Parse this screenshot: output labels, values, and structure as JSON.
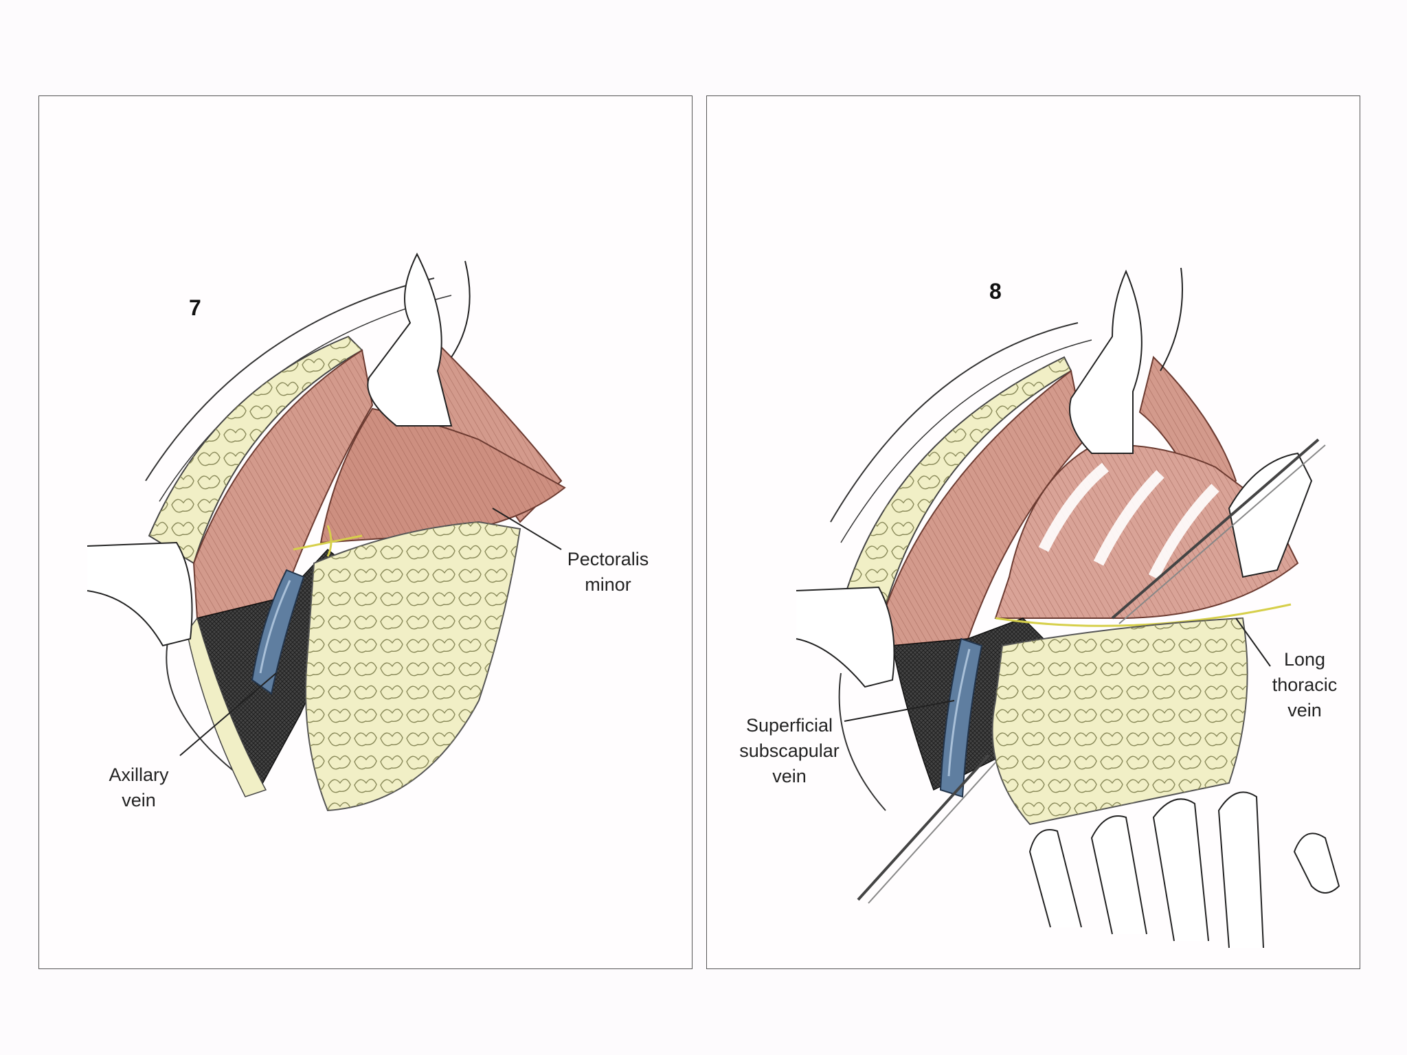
{
  "panels": [
    {
      "number": "7",
      "labels": {
        "pectoralis_minor": "Pectoralis\nminor",
        "axillary_vein": "Axillary\nvein"
      }
    },
    {
      "number": "8",
      "labels": {
        "long_thoracic_vein": "Long\nthoracic\nvein",
        "superficial_subscapular_vein": "Superficial\nsubscapular\nvein"
      }
    }
  ],
  "colors": {
    "muscle": "#d39a8c",
    "muscle_dark": "#a86454",
    "fat": "#f1efc6",
    "vein": "#5f7ea0",
    "deep_tissue": "#3a3a3a",
    "retractor": "#ffffff",
    "line": "#222222"
  }
}
